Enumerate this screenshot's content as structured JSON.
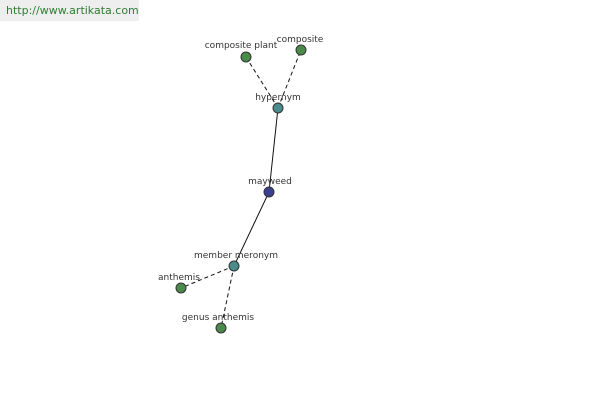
{
  "banner": {
    "url_text": "http://www.artikata.com"
  },
  "colors": {
    "root": "#3b3f8f",
    "relation": "#4a8c8c",
    "leaf": "#4a8a4a",
    "banner_bg": "#eeeeee",
    "banner_text": "#2e7d32"
  },
  "graph": {
    "nodes": [
      {
        "id": "mayweed",
        "label": "mayweed",
        "kind": "root"
      },
      {
        "id": "hypernym",
        "label": "hypernym",
        "kind": "relation"
      },
      {
        "id": "composite-plant",
        "label": "composite plant",
        "kind": "leaf"
      },
      {
        "id": "composite",
        "label": "composite",
        "kind": "leaf"
      },
      {
        "id": "member-meronym",
        "label": "member meronym",
        "kind": "relation"
      },
      {
        "id": "anthemis",
        "label": "anthemis",
        "kind": "leaf"
      },
      {
        "id": "genus-anthemis",
        "label": "genus anthemis",
        "kind": "leaf"
      }
    ],
    "edges": [
      {
        "from": "mayweed",
        "to": "hypernym",
        "style": "solid"
      },
      {
        "from": "hypernym",
        "to": "composite-plant",
        "style": "dashed"
      },
      {
        "from": "hypernym",
        "to": "composite",
        "style": "dashed"
      },
      {
        "from": "mayweed",
        "to": "member-meronym",
        "style": "solid"
      },
      {
        "from": "member-meronym",
        "to": "anthemis",
        "style": "dashed"
      },
      {
        "from": "member-meronym",
        "to": "genus-anthemis",
        "style": "dashed"
      }
    ]
  }
}
